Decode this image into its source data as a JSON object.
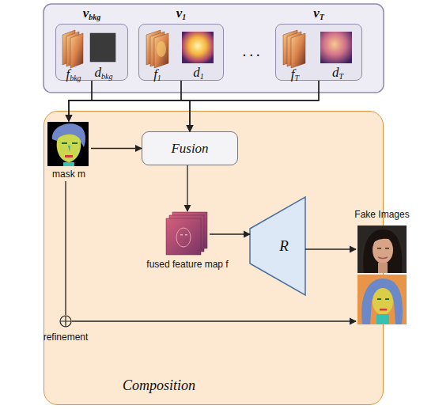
{
  "diagram": {
    "nodes": [
      {
        "text": [
          "vbkg"
        ]
      },
      {
        "text": [
          "v1"
        ]
      },
      {
        "text": [
          "vT"
        ]
      },
      {
        "text": [
          "Composition"
        ]
      },
      {
        "text": [
          "mask m"
        ],
        "in": 3
      },
      {
        "text": [
          "Fusion"
        ],
        "in": 3
      },
      {
        "text": [
          "fused feature map f"
        ],
        "in": 3
      },
      {
        "text": [
          "R"
        ],
        "in": 3
      },
      {
        "text": [
          "refinement"
        ],
        "in": 3
      },
      {
        "text": [
          "Fake Images"
        ]
      }
    ],
    "edges": [
      {
        "from": 0,
        "to": 4,
        "arrow": "to"
      },
      {
        "from": 1,
        "to": 4,
        "arrow": "to"
      },
      {
        "from": 2,
        "to": 4,
        "arrow": "to"
      },
      {
        "from": 0,
        "to": 5,
        "arrow": "to"
      },
      {
        "from": 1,
        "to": 5,
        "arrow": "to"
      },
      {
        "from": 2,
        "to": 5,
        "arrow": "to"
      },
      {
        "from": 4,
        "to": 5,
        "arrow": "to"
      },
      {
        "from": 5,
        "to": 6,
        "arrow": "to"
      },
      {
        "from": 6,
        "to": 7,
        "arrow": "to"
      },
      {
        "from": 7,
        "to": 9,
        "arrow": "to"
      },
      {
        "from": 4,
        "to": 8,
        "arrow": "none"
      },
      {
        "from": 8,
        "to": 9,
        "arrow": "to"
      }
    ],
    "labels": [
      "fbkg",
      "dbkg",
      "f1",
      "d1",
      "fT",
      "dT",
      "· · ·"
    ]
  }
}
